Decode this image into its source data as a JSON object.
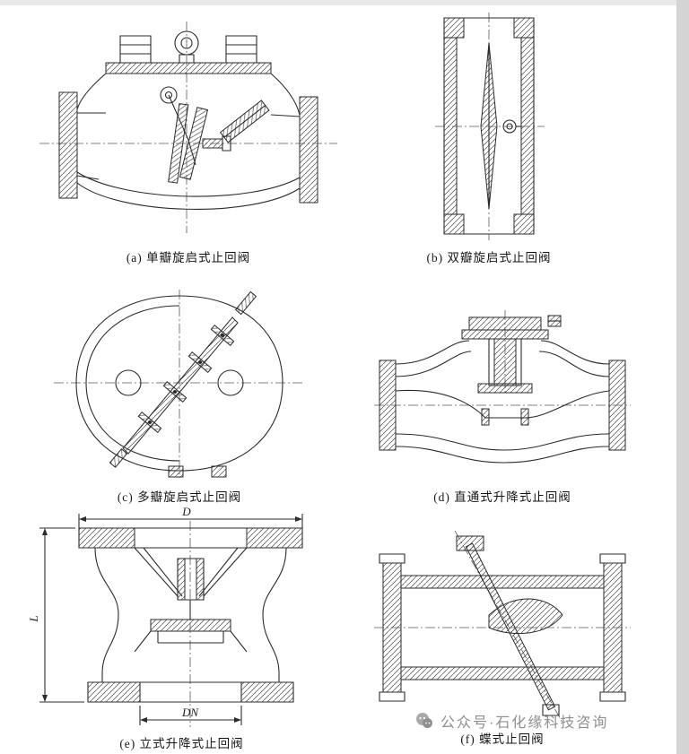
{
  "figures": [
    {
      "id": "a",
      "caption": "(a) 单瓣旋启式止回阀"
    },
    {
      "id": "b",
      "caption": "(b) 双瓣旋启式止回阀"
    },
    {
      "id": "c",
      "caption": "(c) 多瓣旋启式止回阀"
    },
    {
      "id": "d",
      "caption": "(d) 直通式升降式止回阀"
    },
    {
      "id": "e",
      "caption": "(e) 立式升降式止回阀",
      "dimensions": {
        "outer_diameter": "D",
        "nominal_diameter": "DN",
        "height": "L"
      }
    },
    {
      "id": "f",
      "caption": "(f) 蝶式止回阀"
    }
  ],
  "watermark": {
    "text": "公众号·石化缘科技咨询"
  }
}
